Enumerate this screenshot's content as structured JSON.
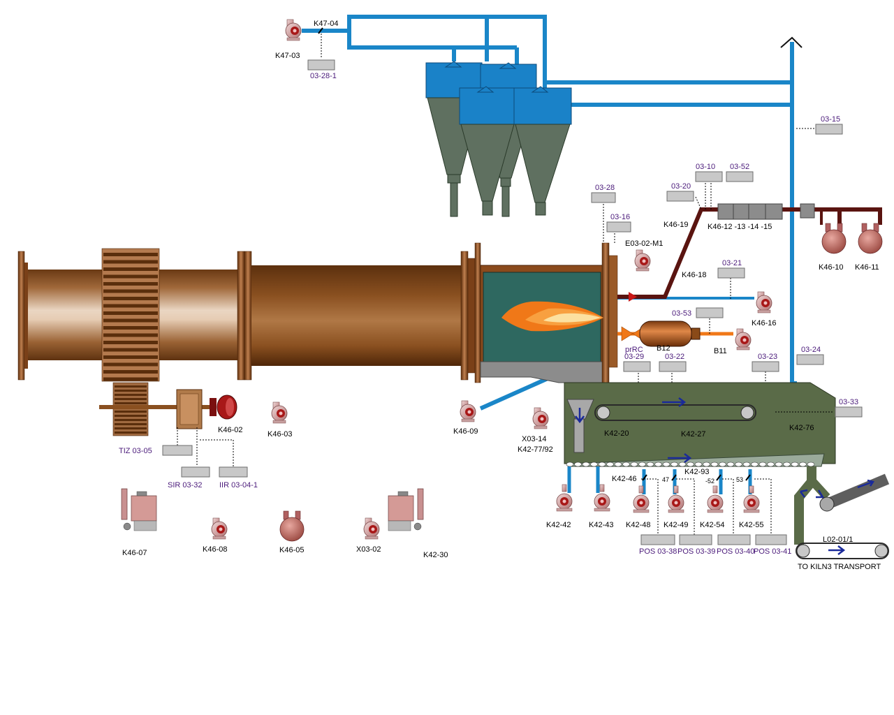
{
  "colors": {
    "air_duct": "#1a86c8",
    "kiln_shell": "#8a5526",
    "cooler_body": "#5a6b48",
    "cyclone_top": "#1a82c8",
    "cyclone_cone": "#5f7060",
    "fuel_line": "#5a1410",
    "oil_line": "#f07818",
    "value_box": "#c8c8c8",
    "tag_text": "#4a1a7a"
  },
  "equipment": {
    "k47_03": "K47-03",
    "k47_04": "K47-04",
    "k46_02": "K46-02",
    "k46_03": "K46-03",
    "k46_05": "K46-05",
    "k46_07": "K46-07",
    "k46_08": "K46-08",
    "k46_09": "K46-09",
    "k46_10": "K46-10",
    "k46_11": "K46-11",
    "k46_12_15": "K46-12 -13 -14 -15",
    "k46_16": "K46-16",
    "k46_18": "K46-18",
    "k46_19": "K46-19",
    "e03_02_m1": "E03-02-M1",
    "x03_02": "X03-02",
    "x03_14": "X03-14",
    "k42_77_92": "K42-77/92",
    "k42_20": "K42-20",
    "k42_27": "K42-27",
    "k42_76": "K42-76",
    "k42_30": "K42-30",
    "k42_42": "K42-42",
    "k42_43": "K42-43",
    "k42_46": "K42-46",
    "k42_48": "K42-48",
    "k42_49": "K42-49",
    "k42_54": "K42-54",
    "k42_55": "K42-55",
    "k42_93": "K42-93",
    "n47": "47",
    "n52": "-52",
    "n53": "53",
    "b11": "B11",
    "b12": "B12",
    "prrc": "prRC",
    "l02_01_1": "L02-01/1",
    "to_kiln3": "TO KILN3 TRANSPORT"
  },
  "tags": {
    "t03_28_1": "03-28-1",
    "t03_15": "03-15",
    "t03_10": "03-10",
    "t03_52": "03-52",
    "t03_20": "03-20",
    "t03_28": "03-28",
    "t03_16": "03-16",
    "t03_21": "03-21",
    "t03_53": "03-53",
    "t03_29": "03-29",
    "t03_22": "03-22",
    "t03_23": "03-23",
    "t03_24": "03-24",
    "t03_33": "03-33",
    "tiz_03_05": "TIZ  03-05",
    "sir_03_32": "SIR  03-32",
    "iir_03_04_1": "IIR  03-04-1",
    "pos_03_38": "POS 03-38",
    "pos_03_39": "POS 03-39",
    "pos_03_40": "POS 03-40",
    "pos_03_41": "POS 03-41"
  },
  "readouts": {
    "t03_28_1": "",
    "t03_15": "",
    "t03_10": "",
    "t03_52": "",
    "t03_20": "",
    "t03_28": "",
    "t03_16": "",
    "t03_21": "",
    "t03_53": "",
    "t03_29": "",
    "t03_22": "",
    "t03_23": "",
    "t03_24": "",
    "t03_33": "",
    "tiz_03_05": "",
    "sir_03_32": "",
    "iir_03_04_1": "",
    "pos_03_38": "",
    "pos_03_39": "",
    "pos_03_40": "",
    "pos_03_41": ""
  }
}
